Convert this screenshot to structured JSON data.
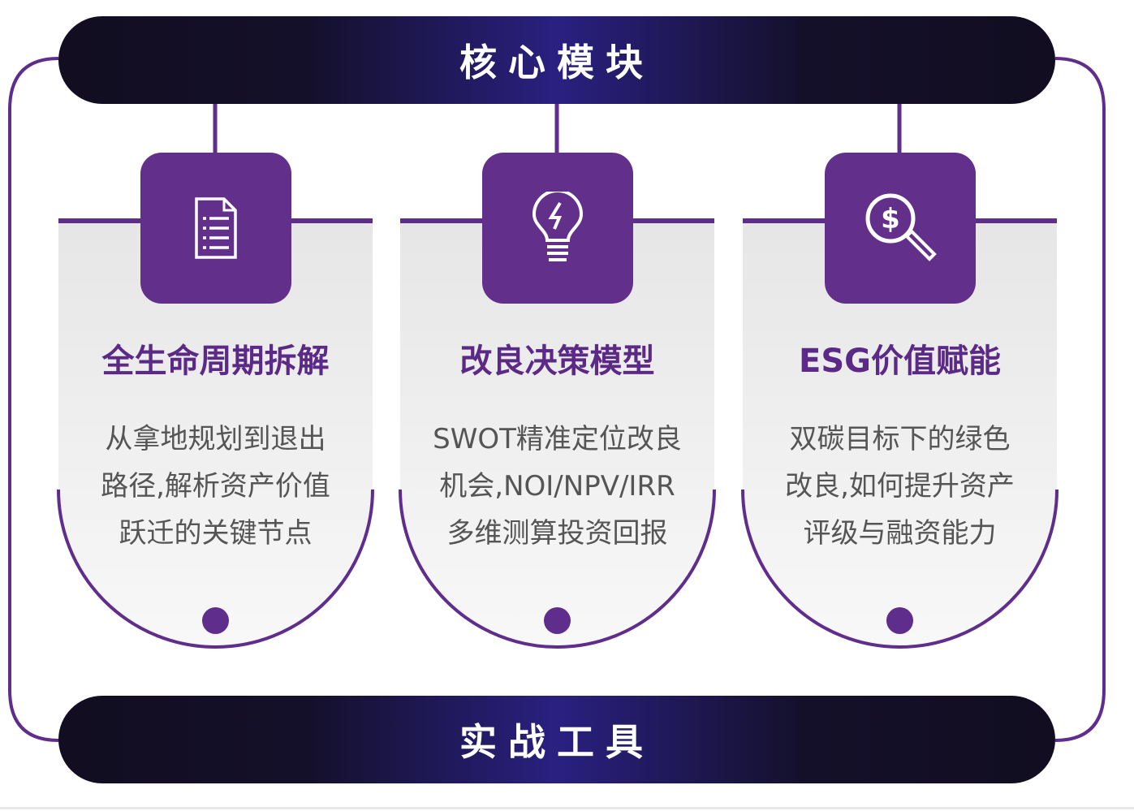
{
  "header": {
    "title": "核心模块"
  },
  "footer": {
    "title": "实战工具"
  },
  "colors": {
    "accent": "#622f8a",
    "bar_dark": "#120d20",
    "bar_mid": "#2a2080",
    "body_text": "#555555"
  },
  "cards": [
    {
      "icon": "document-list-icon",
      "title": "全生命周期拆解",
      "lines": [
        "从拿地规划到退出",
        "路径,解析资产价值",
        "跃迁的关键节点"
      ]
    },
    {
      "icon": "lightbulb-bolt-icon",
      "title": "改良决策模型",
      "lines": [
        "SWOT精准定位改良",
        "机会,NOI/NPV/IRR",
        "多维测算投资回报"
      ]
    },
    {
      "icon": "dollar-search-icon",
      "title": "ESG价值赋能",
      "lines": [
        "双碳目标下的绿色",
        "改良,如何提升资产",
        "评级与融资能力"
      ]
    }
  ]
}
